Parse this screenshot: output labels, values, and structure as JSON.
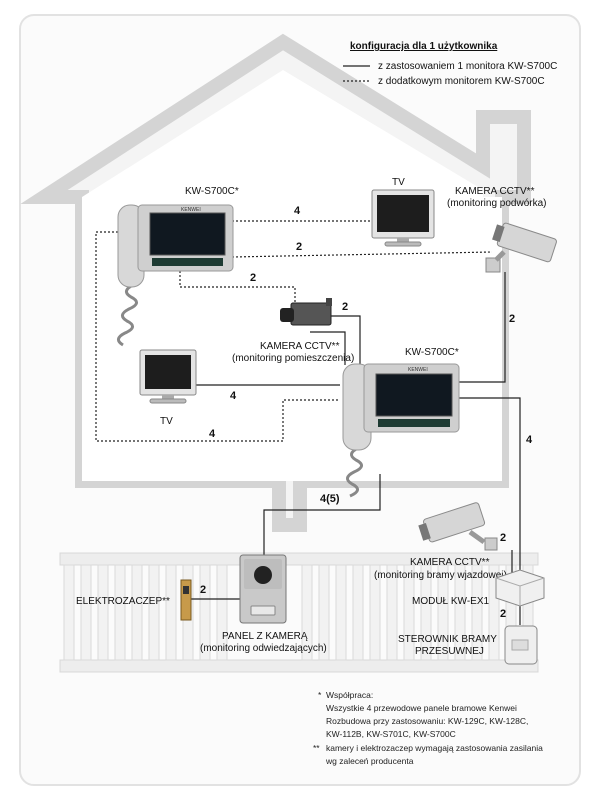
{
  "legend": {
    "title": "konfiguracja dla 1 użytkownika",
    "solid_label": "z zastosowaniem 1 monitora KW-S700C",
    "dotted_label": "z dodatkowym monitorem KW-S700C"
  },
  "devices": {
    "monitor_top_label": "KW-S700C*",
    "monitor_mid_label": "KW-S700C*",
    "monitor_brand": "KENWEI",
    "tv_top_label": "TV",
    "tv_left_label": "TV",
    "camera_yard_line1": "KAMERA CCTV**",
    "camera_yard_line2": "(monitoring podwórka)",
    "camera_room_line1": "KAMERA CCTV**",
    "camera_room_line2": "(monitoring pomieszczenia)",
    "camera_gate_line1": "KAMERA CCTV**",
    "camera_gate_line2": "(monitoring bramy wjazdowej)",
    "module_label": "MODUŁ KW-EX1",
    "controller_line1": "STEROWNIK BRAMY",
    "controller_line2": "PRZESUWNEJ",
    "panel_line1": "PANEL Z KAMERĄ",
    "panel_line2": "(monitoring odwiedzających)",
    "lock_label": "ELEKTROZACZEP**"
  },
  "wire_counts": {
    "top_monitor_tv": "4",
    "top_monitor_camera": "2",
    "top_monitor_room_cam": "2",
    "room_cam_mid": "2",
    "yard_cam_mid": "2",
    "tv_left_mid": "4",
    "dotted_bottom": "4",
    "mid_to_panel": "4(5)",
    "mid_to_module": "4",
    "gate_cam_module": "2",
    "panel_lock": "2",
    "module_controller": "2"
  },
  "notes": {
    "star1": "*",
    "note1_title": "Współpraca:",
    "note1_line1": "Wszystkie 4 przewodowe panele bramowe Kenwei",
    "note1_line2": "Rozbudowa przy zastosowaniu: KW-129C, KW-128C,",
    "note1_line3": "KW-112B, KW-S701C, KW-S700C",
    "star2": "**",
    "note2_line1": "kamery i elektrozaczep wymagają zastosowania zasilania",
    "note2_line2": "wg zaleceń producenta"
  }
}
